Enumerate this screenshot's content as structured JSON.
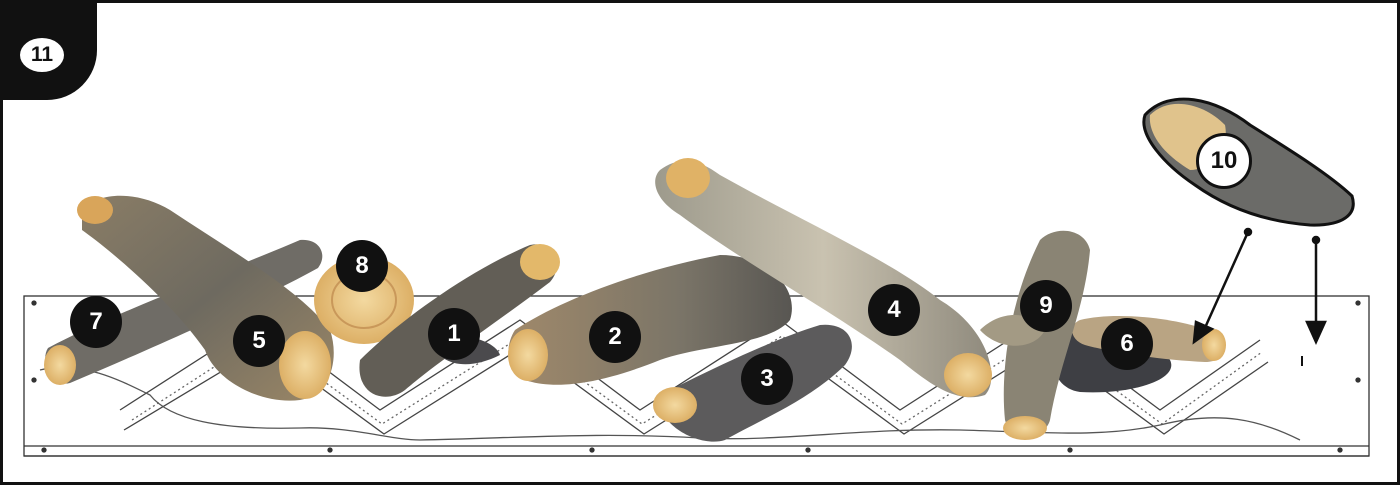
{
  "step": {
    "number": "11"
  },
  "logs": [
    {
      "id": "log-1",
      "label": "1"
    },
    {
      "id": "log-2",
      "label": "2"
    },
    {
      "id": "log-3",
      "label": "3"
    },
    {
      "id": "log-4",
      "label": "4"
    },
    {
      "id": "log-5",
      "label": "5"
    },
    {
      "id": "log-6",
      "label": "6"
    },
    {
      "id": "log-7",
      "label": "7"
    },
    {
      "id": "log-8",
      "label": "8"
    },
    {
      "id": "log-9",
      "label": "9"
    },
    {
      "id": "log-10",
      "label": "10"
    }
  ],
  "colors": {
    "badge": "#111111",
    "badge_text": "#ffffff",
    "wood_dark": "#6f6a5e",
    "wood_light": "#a48f6d",
    "wood_end": "#e8c27a",
    "ash": "#4a4a4e"
  }
}
